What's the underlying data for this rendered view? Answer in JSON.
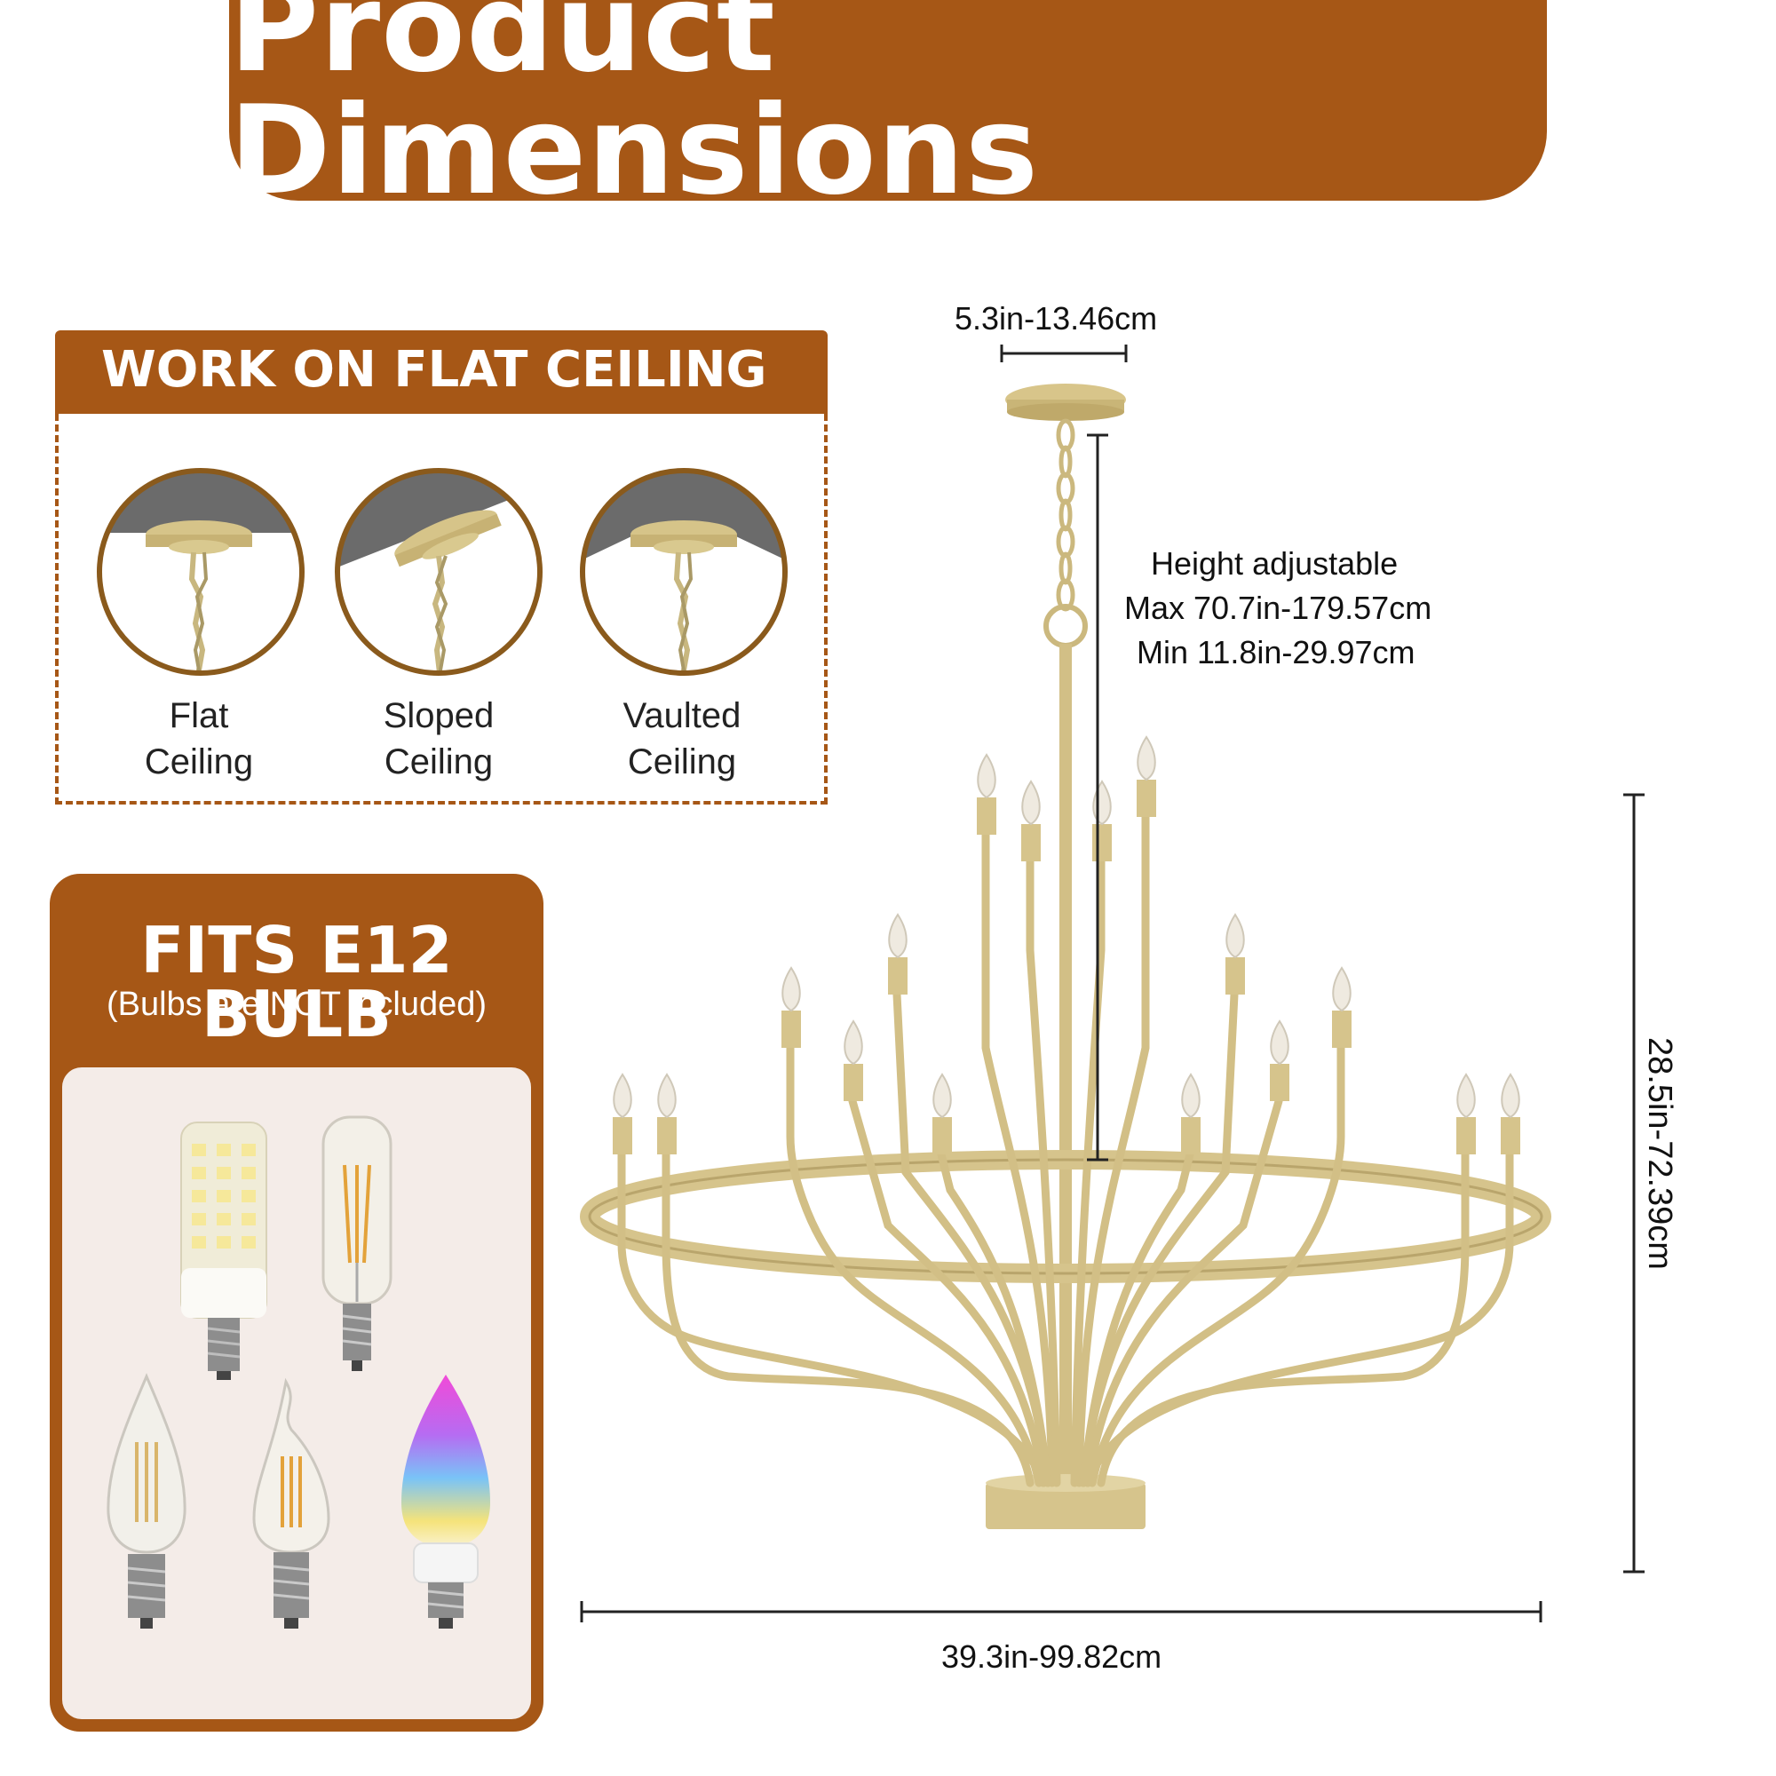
{
  "header": {
    "title": "Product Dimensions"
  },
  "ceiling": {
    "title": "WORK ON FLAT CEILING",
    "items": [
      {
        "line1": "Flat",
        "line2": "Ceiling"
      },
      {
        "line1": "Sloped",
        "line2": "Ceiling"
      },
      {
        "line1": "Vaulted",
        "line2": "Ceiling"
      }
    ]
  },
  "bulbs": {
    "title": "FITS E12 BULB",
    "subtitle": "(Bulbs are NOT included)"
  },
  "dimensions": {
    "canopy": "5.3in-13.46cm",
    "height_line1": "Height adjustable",
    "height_line2": "Max 70.7in-179.57cm",
    "height_line3": "Min 11.8in-29.97cm",
    "body_height": "28.5in-72.39cm",
    "width": "39.3in-99.82cm"
  },
  "colors": {
    "accent": "#a65716",
    "gold": "#d8c58a"
  }
}
